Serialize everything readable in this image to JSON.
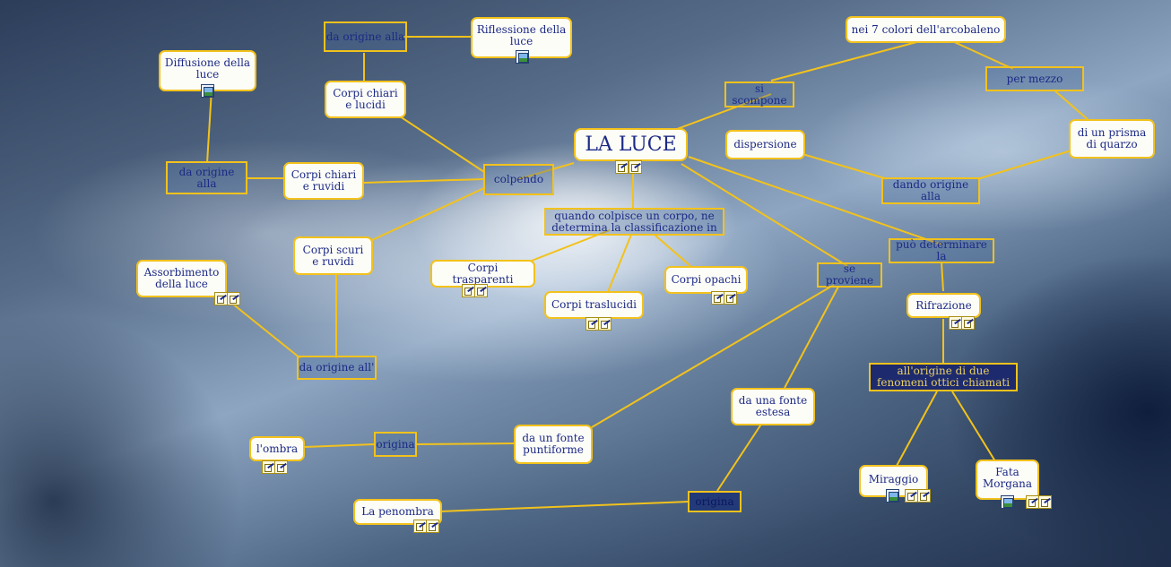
{
  "title": "LA LUCE",
  "nodes": {
    "la_luce": "LA LUCE",
    "colpendo": "colpendo",
    "quando_colpisce": "quando colpisce un corpo, ne determina la classificazione in",
    "corpi_trasparenti": "Corpi trasparenti",
    "corpi_traslucidi": "Corpi traslucidi",
    "corpi_opachi": "Corpi opachi",
    "corpi_chiari_lucidi": "Corpi chiari e lucidi",
    "da_origine_alla_top": "da origine alla",
    "riflessione": "Riflessione della luce",
    "corpi_chiari_ruvidi": "Corpi chiari e ruvidi",
    "da_origine_alla_left": "da origine alla",
    "diffusione": "Diffusione della luce",
    "corpi_scuri_ruvidi": "Corpi scuri e ruvidi",
    "da_origine_all": "da origine all'",
    "assorbimento": "Assorbimento della luce",
    "si_scompone": "si scompone",
    "nei_7_colori": "nei 7 colori dell'arcobaleno",
    "per_mezzo": "per mezzo",
    "prisma": "di un prisma di quarzo",
    "dispersione": "dispersione",
    "dando_origine": "dando origine alla",
    "puo_determinare": "può determinare la",
    "rifrazione": "Rifrazione",
    "fenomeni": "all'origine di due fenomeni ottici chiamati",
    "miraggio": "Miraggio",
    "fata_morgana": "Fata Morgana",
    "se_proviene": "se proviene",
    "fonte_estesa": "da una fonte estesa",
    "fonte_puntiforme": "da un fonte puntiforme",
    "origina_left": "origina",
    "ombra": "l'ombra",
    "origina_bottom": "origina",
    "penombra": "La penombra"
  },
  "colors": {
    "border": "#f2c21c",
    "text": "#1c2a86",
    "node_bg": "#fdfdf8",
    "edge": "#f2c21c"
  }
}
